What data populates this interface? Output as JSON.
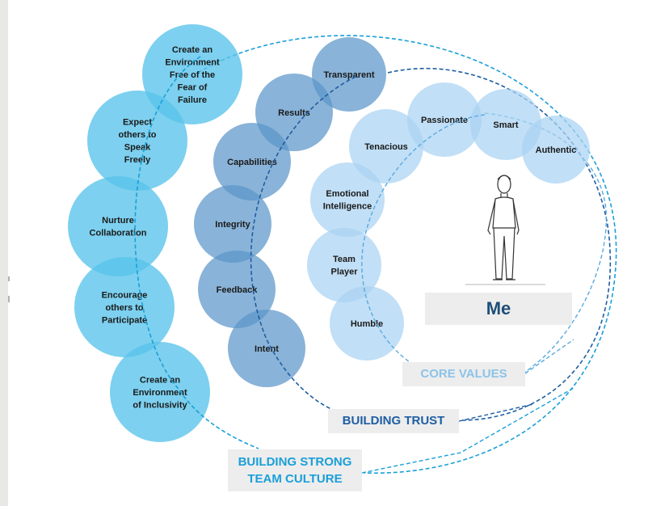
{
  "colors": {
    "culture_fill": "#58c3ea",
    "culture_line": "#1a9fd8",
    "trust_fill": "#5b96c9",
    "trust_line": "#1f5ea3",
    "core_fill": "#a9d2f2",
    "core_line": "#5aa9e0",
    "label_bg": "#ededed",
    "me_text": "#1f4e79",
    "trust_text": "#1f5ea3",
    "culture_text": "#1a9fd8",
    "core_text": "#8cc3e8"
  },
  "culture_circles": [
    {
      "lines": [
        "Create an",
        "Environment",
        "Free of the",
        "Fear of",
        "Failure"
      ]
    },
    {
      "lines": [
        "Expect",
        "others to",
        "Speak",
        "Freely"
      ]
    },
    {
      "lines": [
        "Nurture",
        "Collaboration"
      ]
    },
    {
      "lines": [
        "Encourage",
        "others to",
        "Participate"
      ]
    },
    {
      "lines": [
        "Create an",
        "Environment",
        "of Inclusivity"
      ]
    }
  ],
  "trust_circles": [
    {
      "lines": [
        "Transparent"
      ]
    },
    {
      "lines": [
        "Results"
      ]
    },
    {
      "lines": [
        "Capabilities"
      ]
    },
    {
      "lines": [
        "Integrity"
      ]
    },
    {
      "lines": [
        "Feedback"
      ]
    },
    {
      "lines": [
        "Intent"
      ]
    }
  ],
  "core_circles": [
    {
      "lines": [
        "Passionate"
      ]
    },
    {
      "lines": [
        "Smart"
      ]
    },
    {
      "lines": [
        "Authentic"
      ]
    },
    {
      "lines": [
        "Tenacious"
      ]
    },
    {
      "lines": [
        "Emotional",
        "Intelligence"
      ]
    },
    {
      "lines": [
        "Team",
        "Player"
      ]
    },
    {
      "lines": [
        "Humble"
      ]
    }
  ],
  "labels": {
    "me": "Me",
    "core_values": "CORE VALUES",
    "building_trust": "BUILDING TRUST",
    "culture_line1": "BUILDING STRONG",
    "culture_line2": "TEAM CULTURE"
  }
}
